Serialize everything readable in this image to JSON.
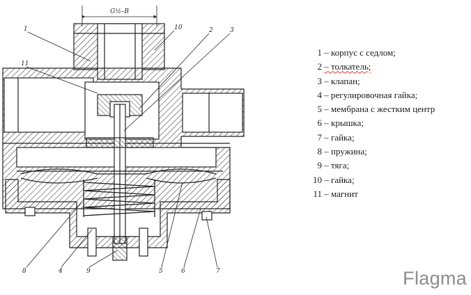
{
  "drawing": {
    "dimension_label": "G½–B",
    "callouts": [
      "1",
      "10",
      "11",
      "2",
      "3",
      "8",
      "4",
      "9",
      "5",
      "6",
      "7"
    ]
  },
  "legend": {
    "items": [
      {
        "num": "1",
        "text": "– корпус с седлом;"
      },
      {
        "num": "2",
        "text": "– толкатель;"
      },
      {
        "num": "3",
        "text": "– клапан;"
      },
      {
        "num": "4",
        "text": "– регулировочная гайка;"
      },
      {
        "num": "5",
        "text": "– мембрана с жестким центр"
      },
      {
        "num": "6",
        "text": "– крышка;"
      },
      {
        "num": "7",
        "text": "– гайка;"
      },
      {
        "num": "8",
        "text": "– пружина;"
      },
      {
        "num": "9",
        "text": "– тяга;"
      },
      {
        "num": "10",
        "text": "– гайка;"
      },
      {
        "num": "11",
        "text": "– магнит"
      }
    ]
  },
  "watermark": "Flagma"
}
